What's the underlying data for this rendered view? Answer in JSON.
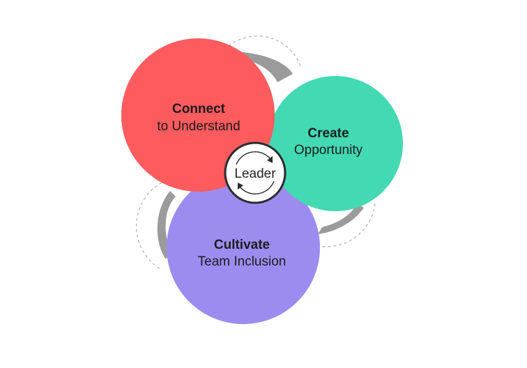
{
  "diagram": {
    "center": {
      "label": "Leader"
    },
    "circles": [
      {
        "id": "connect",
        "title": "Connect",
        "subtitle": "to Understand",
        "color": "#fe5b5e"
      },
      {
        "id": "create",
        "title": "Create",
        "subtitle": "Opportunity",
        "color": "#42d9b3"
      },
      {
        "id": "cultivate",
        "title": "Cultivate",
        "subtitle": "Team Inclusion",
        "color": "#9d8cf0"
      }
    ],
    "shadow_color": "#9b9b9b",
    "dash_color": "#b5b5b5",
    "center_fill": "#ffffff",
    "center_stroke": "#2b2b2b"
  }
}
